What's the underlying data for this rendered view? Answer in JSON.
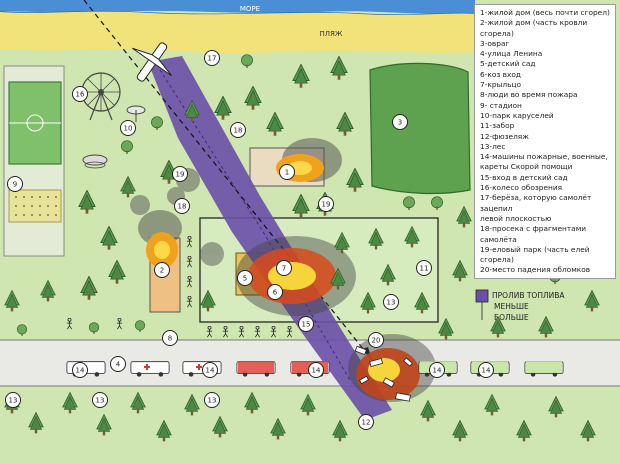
{
  "map": {
    "labels": {
      "sea": "МОРЕ",
      "beach": "ПЛЯЖ"
    },
    "fuel_spill_note": {
      "line1": "ПРОЛИВ ТОПЛИВА",
      "line2": "МЕНЬШЕ",
      "line3": "БОЛЬШЕ"
    },
    "markers": [
      "1",
      "2",
      "3",
      "4",
      "5",
      "6",
      "7",
      "8",
      "9",
      "10",
      "11",
      "12",
      "13",
      "14",
      "15",
      "16",
      "17",
      "18",
      "19",
      "20"
    ],
    "colors": {
      "sea": "#4a8fd6",
      "beach": "#f1e27a",
      "grass": "#cfe6b0",
      "forest": "#5e9b52",
      "road": "#e9e9e6",
      "crash_path": "#6a4fa8",
      "fire": "#f0a21c",
      "smoke": "#555555"
    }
  },
  "legend": {
    "items": [
      "1-жилой дом (весь почти сгорел)",
      "2-жилой дом (часть кровли сгорела)",
      "3-овраг",
      "4-улица Ленина",
      "5-детский сад",
      "6-коз вход",
      "7-крыльцо",
      "8-люди во время пожара",
      "9- стадион",
      "10-парк каруселей",
      "11-забор",
      "12-фюзеляж",
      "13-лес",
      "14-машины пожарные, военные,",
      "кареты Скорой помощи",
      "15-вход в детский сад",
      "16-колесо обозрения",
      "17-берёза, которую самолёт зацепил",
      "левой плоскостью",
      "18-просека с фрагментами самолёта",
      "19-еловый парк (часть елей сгорела)",
      "20-место падения обломков"
    ]
  }
}
